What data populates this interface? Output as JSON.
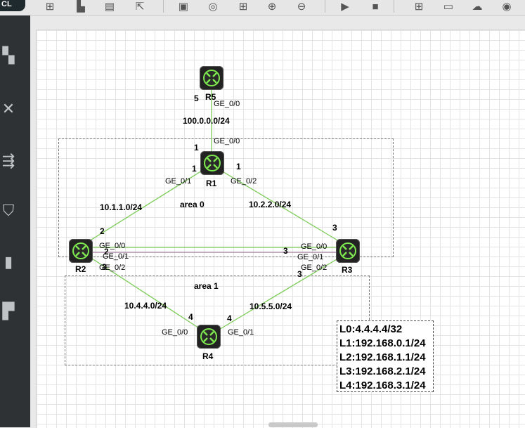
{
  "app": {
    "logo_text": "CL"
  },
  "toolbar": {
    "buttons": [
      {
        "icon": "new-topology-icon"
      },
      {
        "icon": "open-topology-icon"
      },
      {
        "icon": "save-icon"
      },
      {
        "icon": "export-icon"
      },
      {
        "icon": "screenshot-icon"
      },
      {
        "icon": "topology-view-icon"
      },
      {
        "icon": "grid-icon"
      },
      {
        "icon": "zoom-in-icon"
      },
      {
        "icon": "zoom-out-icon"
      },
      {
        "icon": "start-all-icon"
      },
      {
        "icon": "stop-all-icon"
      },
      {
        "icon": "add-device-icon"
      },
      {
        "icon": "add-link-icon"
      },
      {
        "icon": "add-cloud-icon"
      },
      {
        "icon": "capture-icon"
      }
    ]
  },
  "sidebar": {
    "items": [
      {
        "icon": "router-palette-icon"
      },
      {
        "icon": "switch-palette-icon"
      },
      {
        "icon": "wireless-palette-icon"
      },
      {
        "icon": "firewall-palette-icon"
      },
      {
        "icon": "server-palette-icon"
      },
      {
        "icon": "terminal-palette-icon"
      }
    ]
  },
  "topology": {
    "routers": [
      {
        "id": "r5",
        "name": "R5"
      },
      {
        "id": "r1",
        "name": "R1"
      },
      {
        "id": "r2",
        "name": "R2"
      },
      {
        "id": "r3",
        "name": "R3"
      },
      {
        "id": "r4",
        "name": "R4"
      }
    ],
    "ports": {
      "r5_ge00": "GE_0/0",
      "r1_ge00": "GE_0/0",
      "r1_ge01": "GE_0/1",
      "r1_ge02": "GE_0/2",
      "r2_ge00": "GE_0/0",
      "r2_ge01": "GE_0/1",
      "r2_ge02": "GE_0/2",
      "r3_ge00": "GE_0/0",
      "r3_ge01": "GE_0/1",
      "r3_ge02": "GE_0/2",
      "r4_ge00": "GE_0/0",
      "r4_ge01": "GE_0/1"
    },
    "networks": {
      "r5_r1": "100.0.0.0/24",
      "r1_r2": "10.1.1.0/24",
      "r1_r3": "10.2.2.0/24",
      "r2_r4": "10.4.4.0/24",
      "r3_r4": "10.5.5.0/24"
    },
    "numbers": {
      "r5": "5",
      "r1_top": "1",
      "r1_left": "1",
      "r1_right": "1",
      "r2_top": "2",
      "r2_mid": "2",
      "r2_low": "3",
      "r3_top": "3",
      "r3_mid": "3",
      "r3_low": "3",
      "r4_left": "4",
      "r4_right": "4"
    },
    "areas": {
      "area0": "area 0",
      "area1": "area 1"
    },
    "loopbacks": [
      "L0:4.4.4.4/32",
      "L1:192.168.0.1/24",
      "L2:192.168.1.1/24",
      "L3:192.168.2.1/24",
      "L4:192.168.3.1/24"
    ],
    "link_color": "#7ccc57",
    "link_color_r2_r3": "#a07a9a"
  }
}
